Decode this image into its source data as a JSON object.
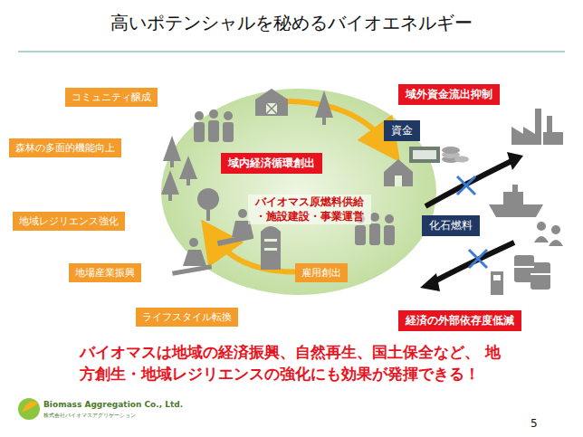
{
  "diagram": {
    "title": "高いポテンシャルを秘めるバイオエネルギー",
    "caption": "バイオマスは地域の経済振興、自然再生、国土保全など、 地方創生・地域レジリエンスの強化にも効果が発揮できる！",
    "nodes": [
      {
        "text": [
          "コミュニティ醸成"
        ]
      },
      {
        "text": [
          "森林の多面的機能向上"
        ]
      },
      {
        "text": [
          "地域レジリエンス強化"
        ]
      },
      {
        "text": [
          "地場産業振興"
        ]
      },
      {
        "text": [
          "ライフスタイル転換"
        ]
      },
      {
        "text": [
          "バイオマス原燃料供給 ・施設建設・事業運営"
        ]
      },
      {
        "text": [
          "域内経済循環創出"
        ],
        "in": 5
      },
      {
        "text": [
          "雇用創出"
        ],
        "in": 5
      },
      {
        "text": [
          "域外資金流出抑制"
        ]
      },
      {
        "text": [
          "資金"
        ]
      },
      {
        "text": [
          "化石燃料"
        ]
      },
      {
        "text": [
          "経済の外部依存度低減"
        ]
      }
    ],
    "labels": [
      "Biomass Aggregation Co., Ltd.",
      "株式会社バイオマスアグリゲーション",
      "5"
    ]
  }
}
